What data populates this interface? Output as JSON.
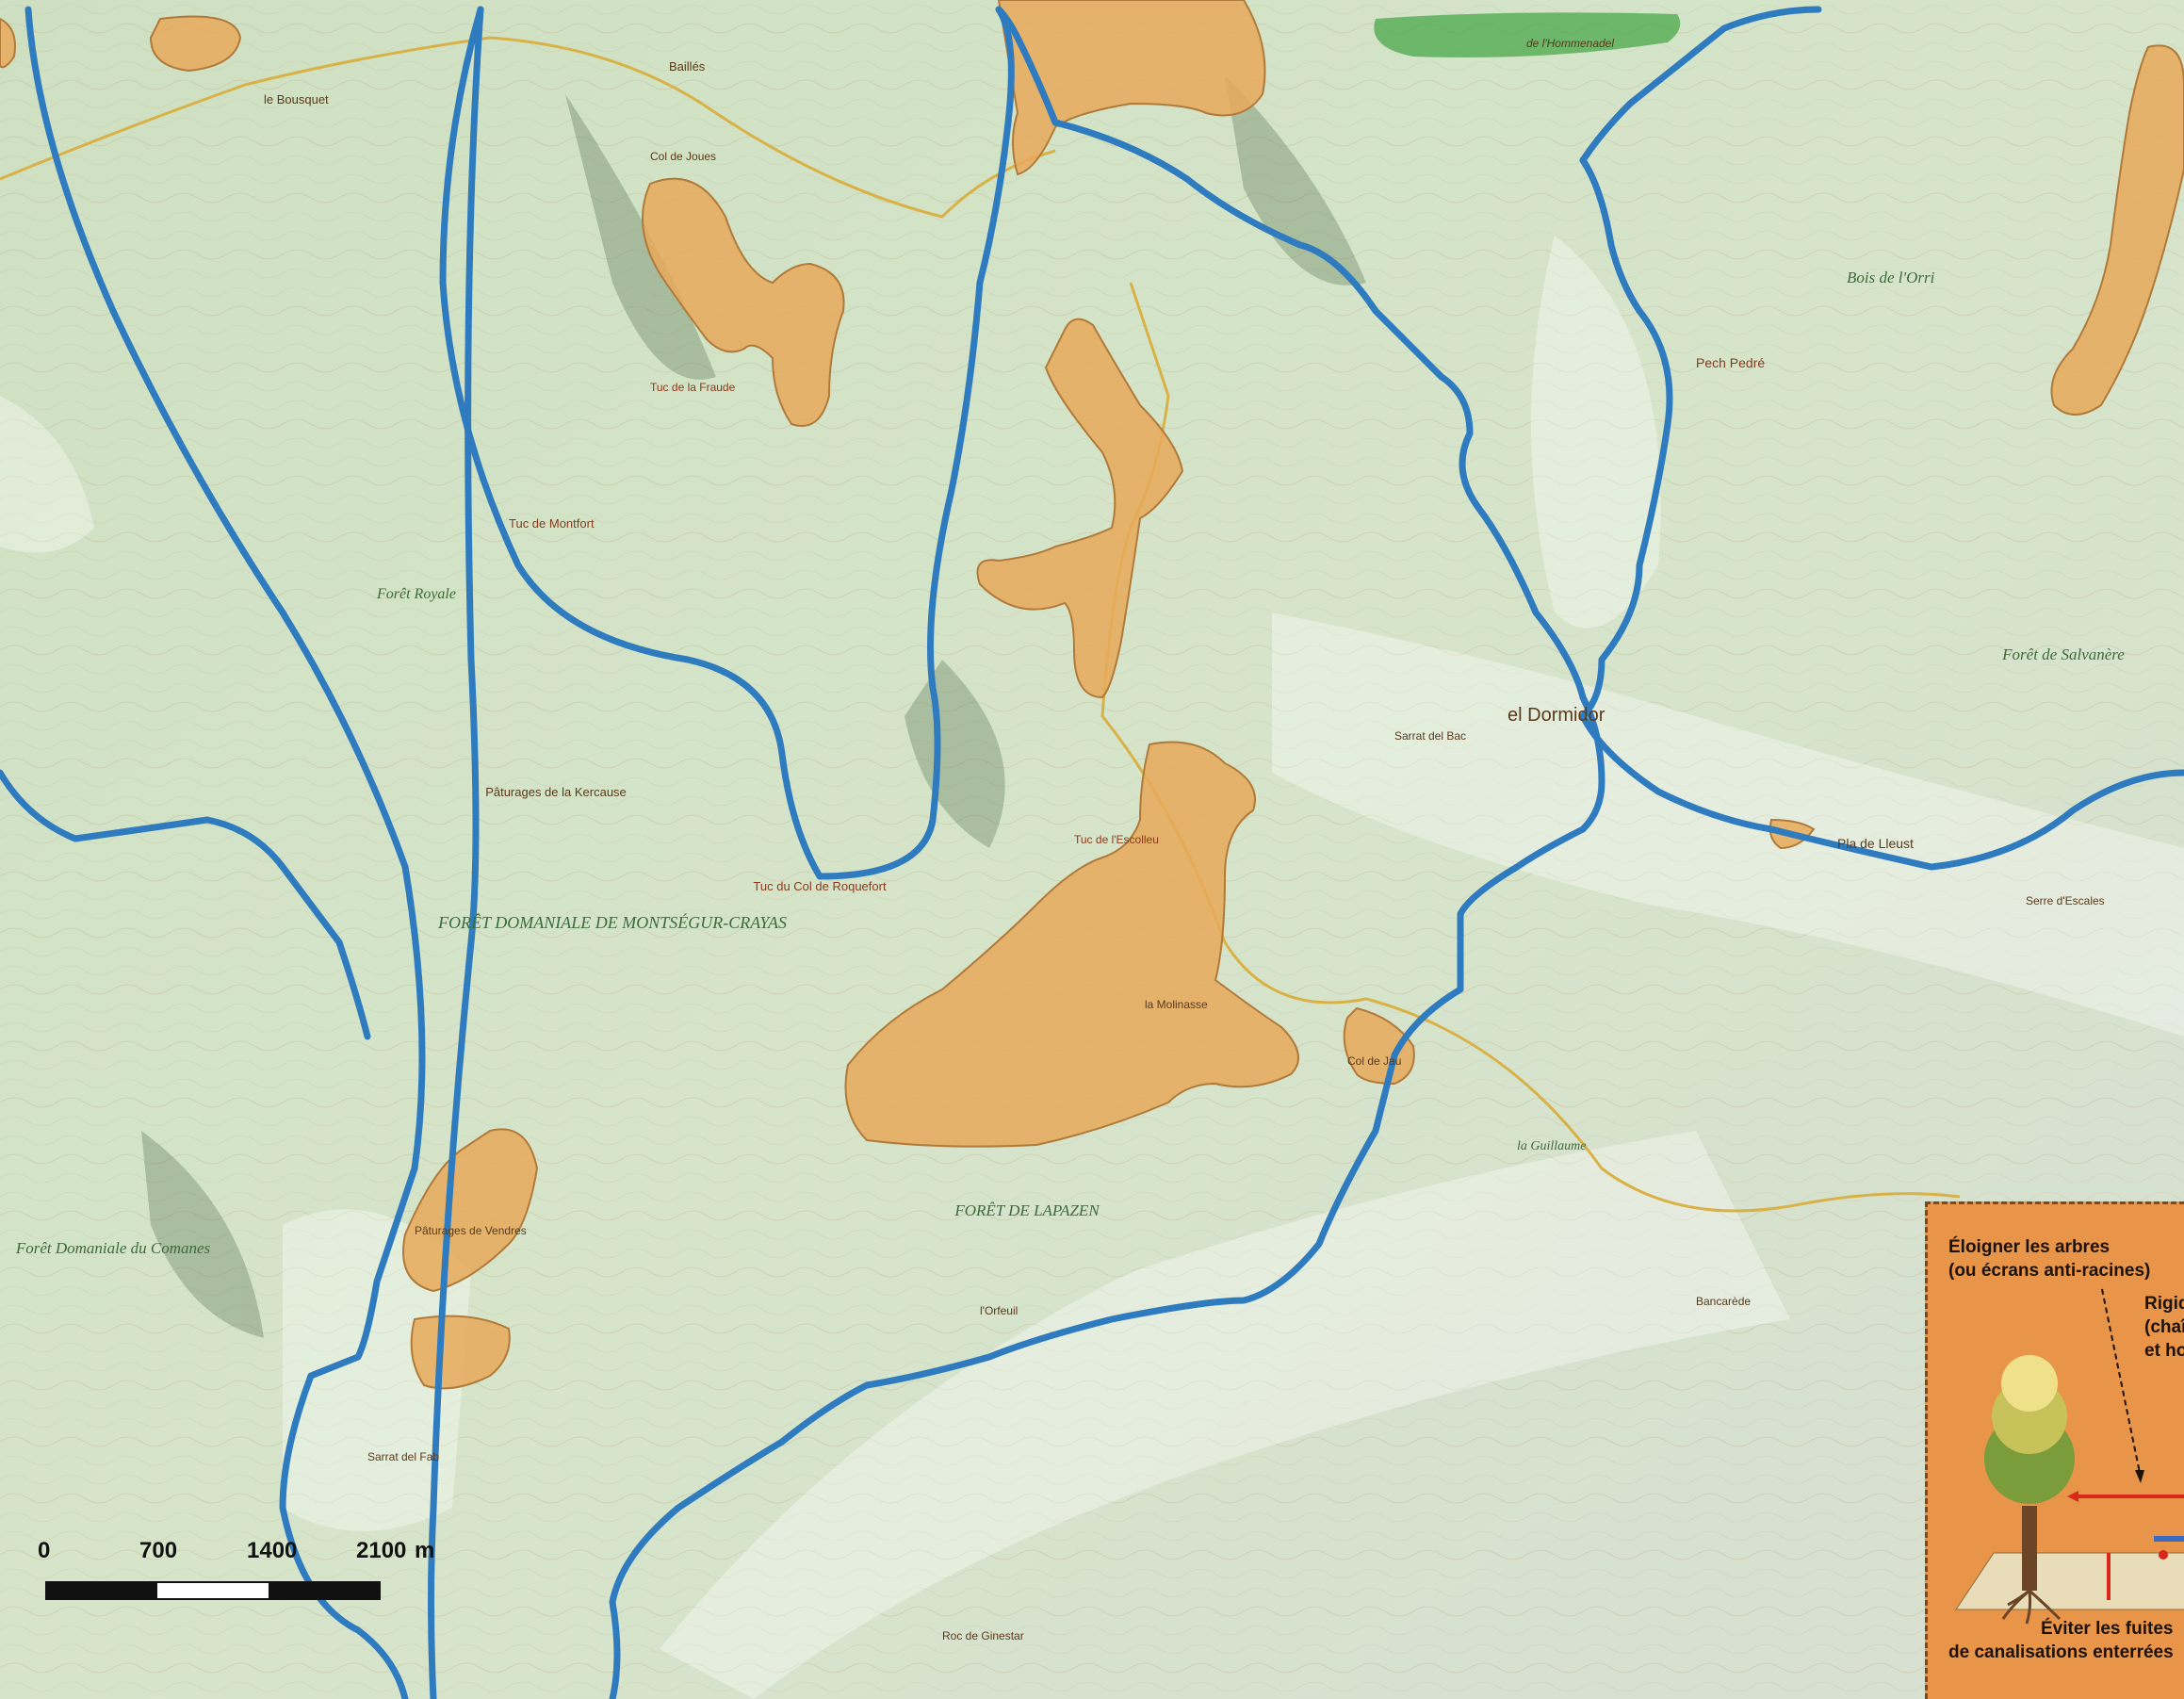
{
  "colors": {
    "river_line": "#2f7bbf",
    "zone_fill": "#e8a95a",
    "green_zone": "#4aa84a",
    "inset_bg": "#e8954a"
  },
  "labels": {
    "forest_dom": "FORÊT DOMANIALE DE MONTSÉGUR-CRAYAS",
    "foret_royale": "Forêt Royale",
    "foret_lapazen": "FORÊT DE LAPAZEN",
    "foret_salvanere": "Forêt de Salvanère",
    "foret_comanes": "Forêt Domaniale du Comanes",
    "dormidor": "el Dormidor",
    "tuc_col_roquefort": "Tuc du Col de Roquefort",
    "bois_orri": "Bois de l'Orri",
    "pech_pedre": "Pech Pedré",
    "pla_lleust": "Pla de Lleust",
    "paturages_kercause": "Pâturages de la Kercause",
    "le_bousquet": "le Bousquet",
    "bailles": "Baillés",
    "col_de_jau": "Col de Jau",
    "la_molinasse": "la Molinasse",
    "sarrat_fab": "Sarrat del Fab",
    "paturages_vendres": "Pâturages de Vendres",
    "tuc_escolleu": "Tuc de l'Escolleu",
    "tuc_montfort": "Tuc de Montfort",
    "sarrat_bac": "Sarrat del Bac",
    "serre_escales": "Serre d'Escales",
    "tuc_fraude": "Tuc de la Fraude",
    "col_de_joues": "Col de Joues",
    "la_guillaume": "la Guillaume",
    "orfeuil": "l'Orfeuil",
    "bancarede": "Bancarède",
    "roc_ginestar": "Roc de Ginestar"
  },
  "scale": {
    "ticks": [
      "0",
      "700",
      "1400",
      "2100"
    ],
    "unit": "m"
  },
  "inset": {
    "text_top": "Éloigner les arbres",
    "text_top2": "(ou écrans anti-racines)",
    "text_right": "Rigid",
    "text_right2": "(chaî",
    "text_right3": "et ho",
    "text_bottom": "Éviter les fuites",
    "text_bottom2": "de canalisations enterrées"
  },
  "green_zone_label": "de l'Hommenadel"
}
